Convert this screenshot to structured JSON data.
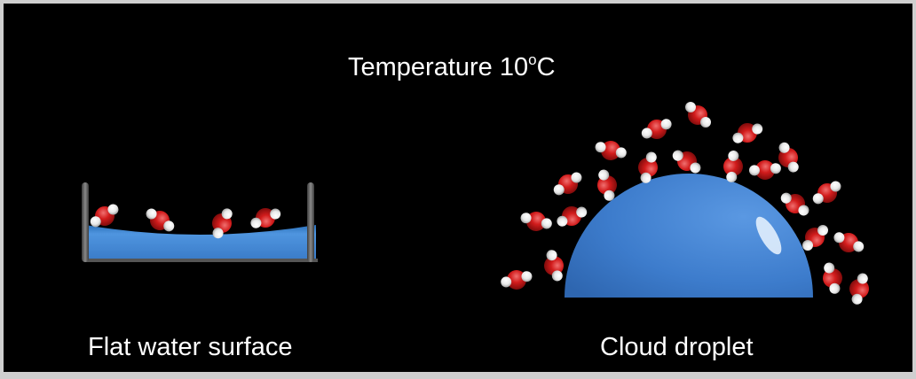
{
  "title": {
    "prefix": "Temperature 10",
    "degree": "o",
    "unit": "C"
  },
  "labels": {
    "flat": "Flat water surface",
    "cloud": "Cloud droplet"
  },
  "colors": {
    "background": "#000000",
    "water": "#3f7fcf",
    "oxygen": "#cc1a1a",
    "hydrogen": "#f2f2f2",
    "container": "#6f6f6f"
  },
  "icons": {
    "molecule": "water-molecule-icon"
  }
}
